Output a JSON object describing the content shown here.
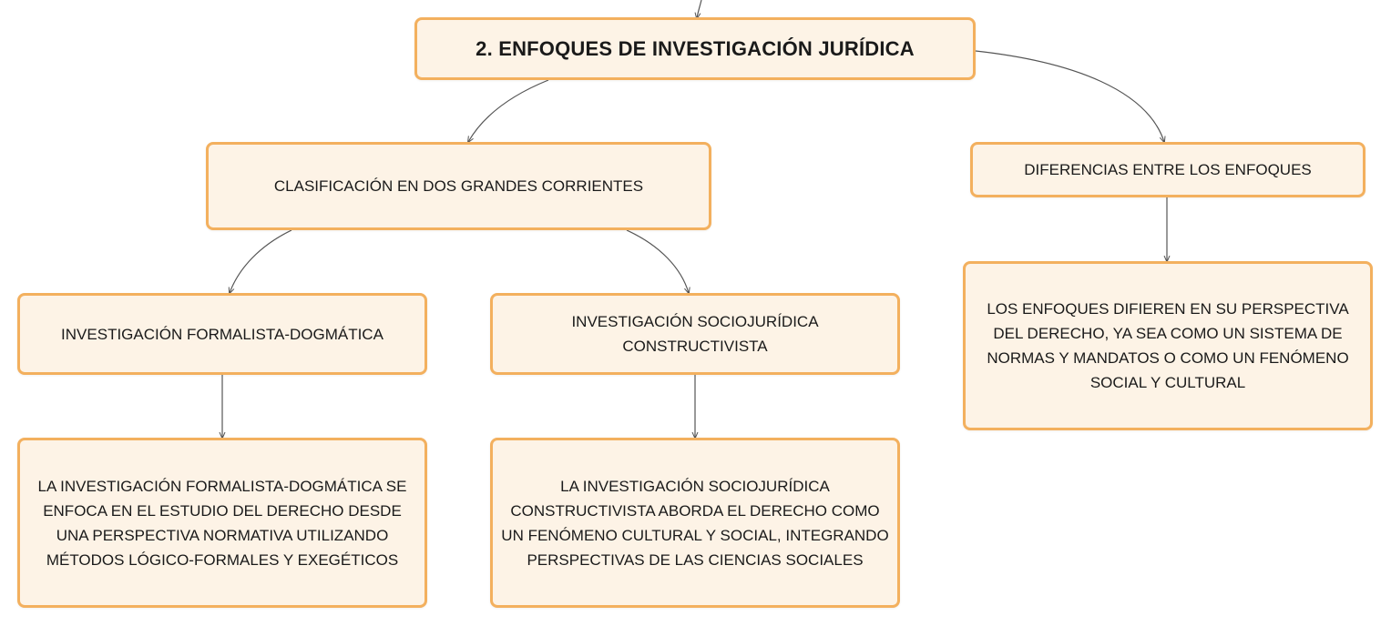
{
  "diagram": {
    "root": {
      "label": "2. ENFOQUES DE INVESTIGACIÓN JURÍDICA"
    },
    "clasificacion": {
      "label": "CLASIFICACIÓN EN DOS GRANDES CORRIENTES"
    },
    "diferencias": {
      "label": "DIFERENCIAS ENTRE LOS ENFOQUES"
    },
    "formalista": {
      "label": "INVESTIGACIÓN FORMALISTA-DOGMÁTICA"
    },
    "sociojuridica": {
      "label": "INVESTIGACIÓN SOCIOJURÍDICA CONSTRUCTIVISTA"
    },
    "formalista_desc": {
      "label": "LA INVESTIGACIÓN FORMALISTA-DOGMÁTICA SE ENFOCA EN EL ESTUDIO DEL DERECHO DESDE UNA PERSPECTIVA NORMATIVA UTILIZANDO MÉTODOS LÓGICO-FORMALES Y EXEGÉTICOS"
    },
    "sociojuridica_desc": {
      "label": "LA INVESTIGACIÓN SOCIOJURÍDICA CONSTRUCTIVISTA ABORDA EL DERECHO COMO UN FENÓMENO CULTURAL Y SOCIAL, INTEGRANDO PERSPECTIVAS DE LAS CIENCIAS SOCIALES"
    },
    "diferencias_desc": {
      "label": "LOS ENFOQUES DIFIEREN EN SU PERSPECTIVA DEL DERECHO, YA SEA COMO UN SISTEMA DE NORMAS Y MANDATOS O COMO UN FENÓMENO SOCIAL Y CULTURAL"
    }
  },
  "colors": {
    "node_fill": "#fdf3e6",
    "node_border": "#f3b05e",
    "connector": "#555555"
  }
}
